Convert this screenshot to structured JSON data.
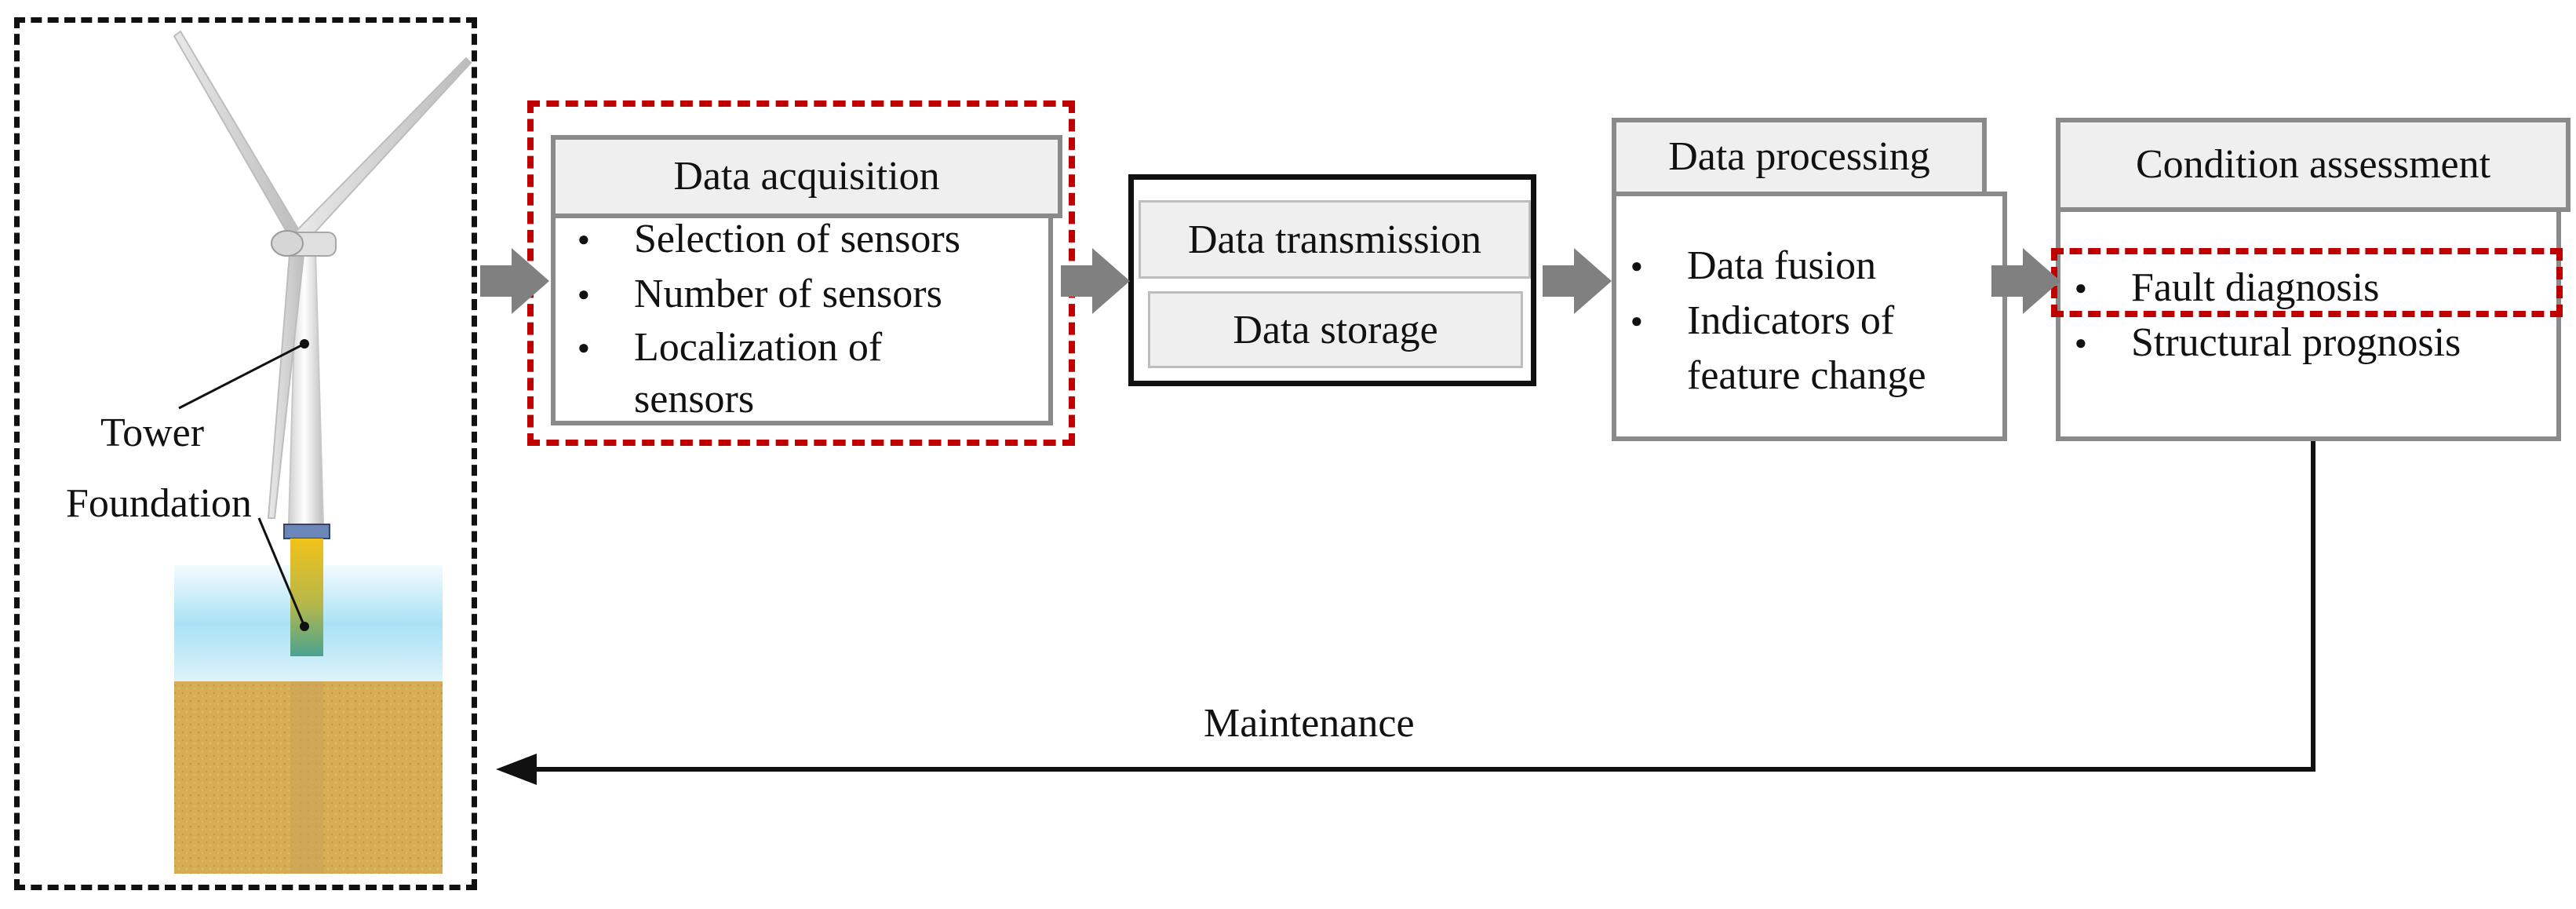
{
  "figure": {
    "turbine_labels": {
      "tower": "Tower",
      "foundation": "Foundation"
    },
    "data_acquisition": {
      "title": "Data acquisition",
      "items": [
        "Selection of sensors",
        "Number of sensors",
        "Localization of sensors"
      ]
    },
    "data_transmission_block": {
      "transmission": "Data transmission",
      "storage": "Data storage"
    },
    "data_processing": {
      "title": "Data processing",
      "items": [
        "Data fusion",
        "Indicators of feature change"
      ]
    },
    "condition_assessment": {
      "title": "Condition assessment",
      "items": [
        "Fault diagnosis",
        "Structural prognosis"
      ]
    },
    "feedback_label": "Maintenance",
    "colors": {
      "highlight_dash": "#c00000",
      "arrow_fill": "#808080",
      "box_border": "#8a8a8a",
      "header_fill": "#efefef",
      "sea": "#a8dff2",
      "seabed": "#d4ac52",
      "foundation": "#e3b21d"
    }
  }
}
